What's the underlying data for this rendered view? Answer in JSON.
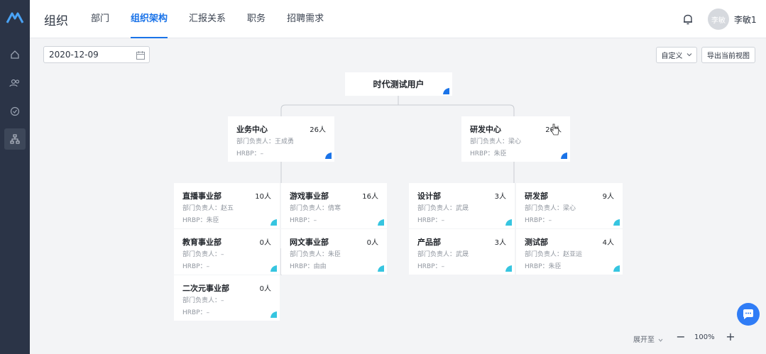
{
  "app": {
    "title": "组织"
  },
  "nav": {
    "items": [
      {
        "label": "部门"
      },
      {
        "label": "组织架构",
        "active": true
      },
      {
        "label": "汇报关系"
      },
      {
        "label": "职务"
      },
      {
        "label": "招聘需求"
      }
    ]
  },
  "user": {
    "avatar_text": "李敏",
    "name": "李敏1"
  },
  "toolbar": {
    "date": "2020-12-09",
    "custom_label": "自定义",
    "export_label": "导出当前视图"
  },
  "org": {
    "root": "时代测试用户",
    "level1": [
      {
        "name": "业务中心",
        "count": "26人",
        "manager": "部门负责人：王成勇",
        "hrbp": "HRBP：–"
      },
      {
        "name": "研发中心",
        "count": "20人",
        "manager": "部门负责人：梁心",
        "hrbp": "HRBP：朱臣"
      }
    ],
    "level2": [
      {
        "name": "直播事业部",
        "count": "10人",
        "manager": "部门负责人：赵五",
        "hrbp": "HRBP：朱臣"
      },
      {
        "name": "游戏事业部",
        "count": "16人",
        "manager": "部门负责人：倩寒",
        "hrbp": "HRBP：–"
      },
      {
        "name": "教育事业部",
        "count": "0人",
        "manager": "部门负责人：–",
        "hrbp": "HRBP：–"
      },
      {
        "name": "网文事业部",
        "count": "0人",
        "manager": "部门负责人：朱臣",
        "hrbp": "HRBP：由由"
      },
      {
        "name": "二次元事业部",
        "count": "0人",
        "manager": "部门负责人：–",
        "hrbp": "HRBP：–"
      },
      {
        "name": "设计部",
        "count": "3人",
        "manager": "部门负责人：武晟",
        "hrbp": "HRBP：–"
      },
      {
        "name": "研发部",
        "count": "9人",
        "manager": "部门负责人：梁心",
        "hrbp": "HRBP：–"
      },
      {
        "name": "产品部",
        "count": "3人",
        "manager": "部门负责人：武晟",
        "hrbp": "HRBP：–"
      },
      {
        "name": "测试部",
        "count": "4人",
        "manager": "部门负责人：赵亚运",
        "hrbp": "HRBP：朱臣"
      }
    ]
  },
  "footer": {
    "expand_label": "展开至",
    "zoom": "100%"
  },
  "colors": {
    "accent": "#1a73e8",
    "sidebar": "#2b3447",
    "corner_dark": "#1a73e8",
    "corner_light": "#36c5e0"
  },
  "icons": [
    "logo-icon",
    "home-icon",
    "users-icon",
    "check-circle-icon",
    "org-tree-icon",
    "bell-icon",
    "calendar-icon",
    "chevron-down-icon",
    "chat-icon"
  ]
}
